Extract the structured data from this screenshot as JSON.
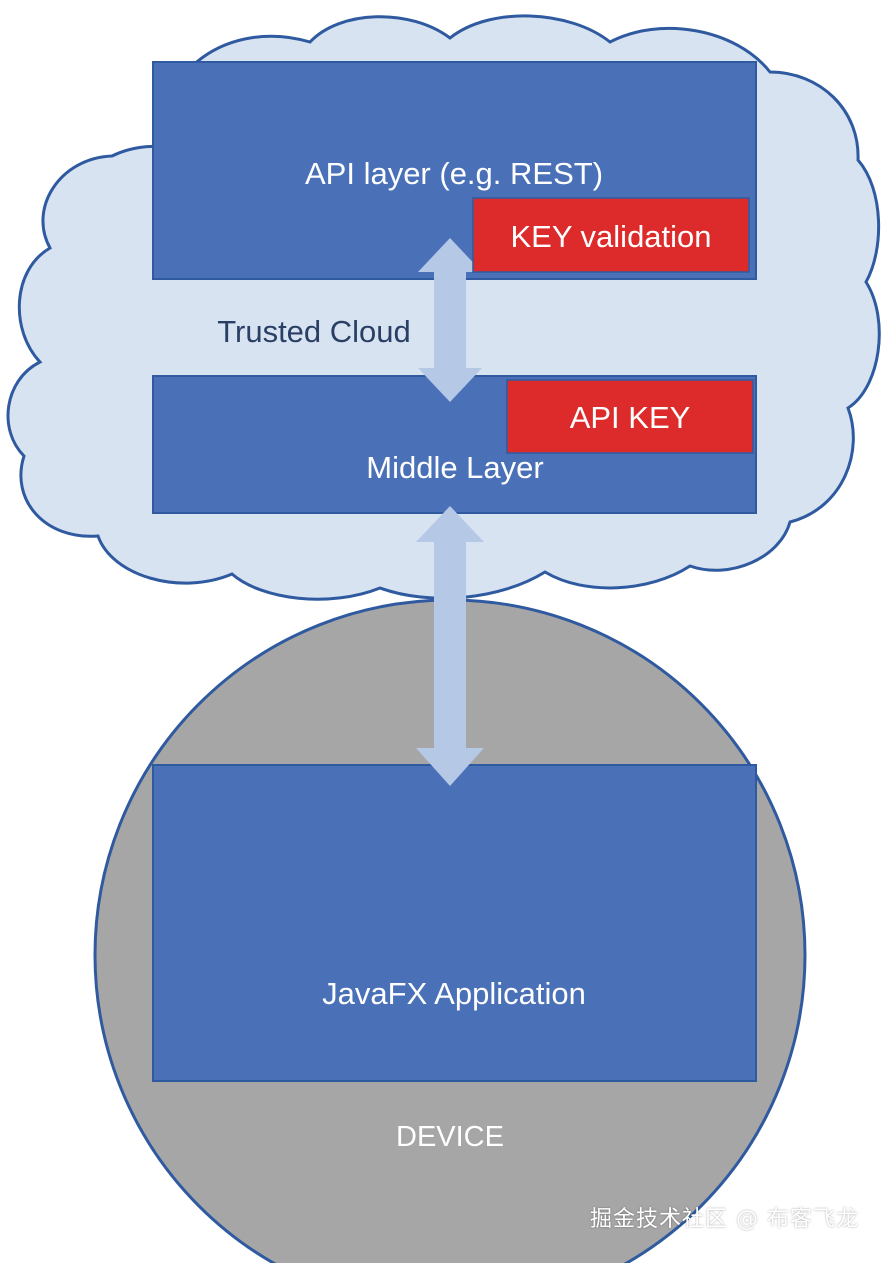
{
  "colors": {
    "cloud_fill": "#d8e3f2",
    "cloud_stroke": "#2f5aa0",
    "layer_fill": "#4a70b8",
    "layer_stroke": "#2f5aa0",
    "key_fill": "#dd2a2a",
    "arrow_fill": "#b5c8e6",
    "device_fill": "#a6a6a6",
    "device_stroke": "#2f5aa0",
    "text_white": "#ffffff",
    "text_cloud": "#2a3f66"
  },
  "cloud": {
    "label": "Trusted Cloud"
  },
  "api_layer": {
    "label": "API layer (e.g. REST)"
  },
  "key_validation": {
    "label": "KEY validation"
  },
  "middle_layer": {
    "label": "Middle Layer"
  },
  "api_key": {
    "label": "API KEY"
  },
  "javafx_app": {
    "label": "JavaFX Application"
  },
  "device": {
    "label": "DEVICE"
  },
  "watermark": {
    "text": "掘金技术社区 @ 布客飞龙"
  }
}
